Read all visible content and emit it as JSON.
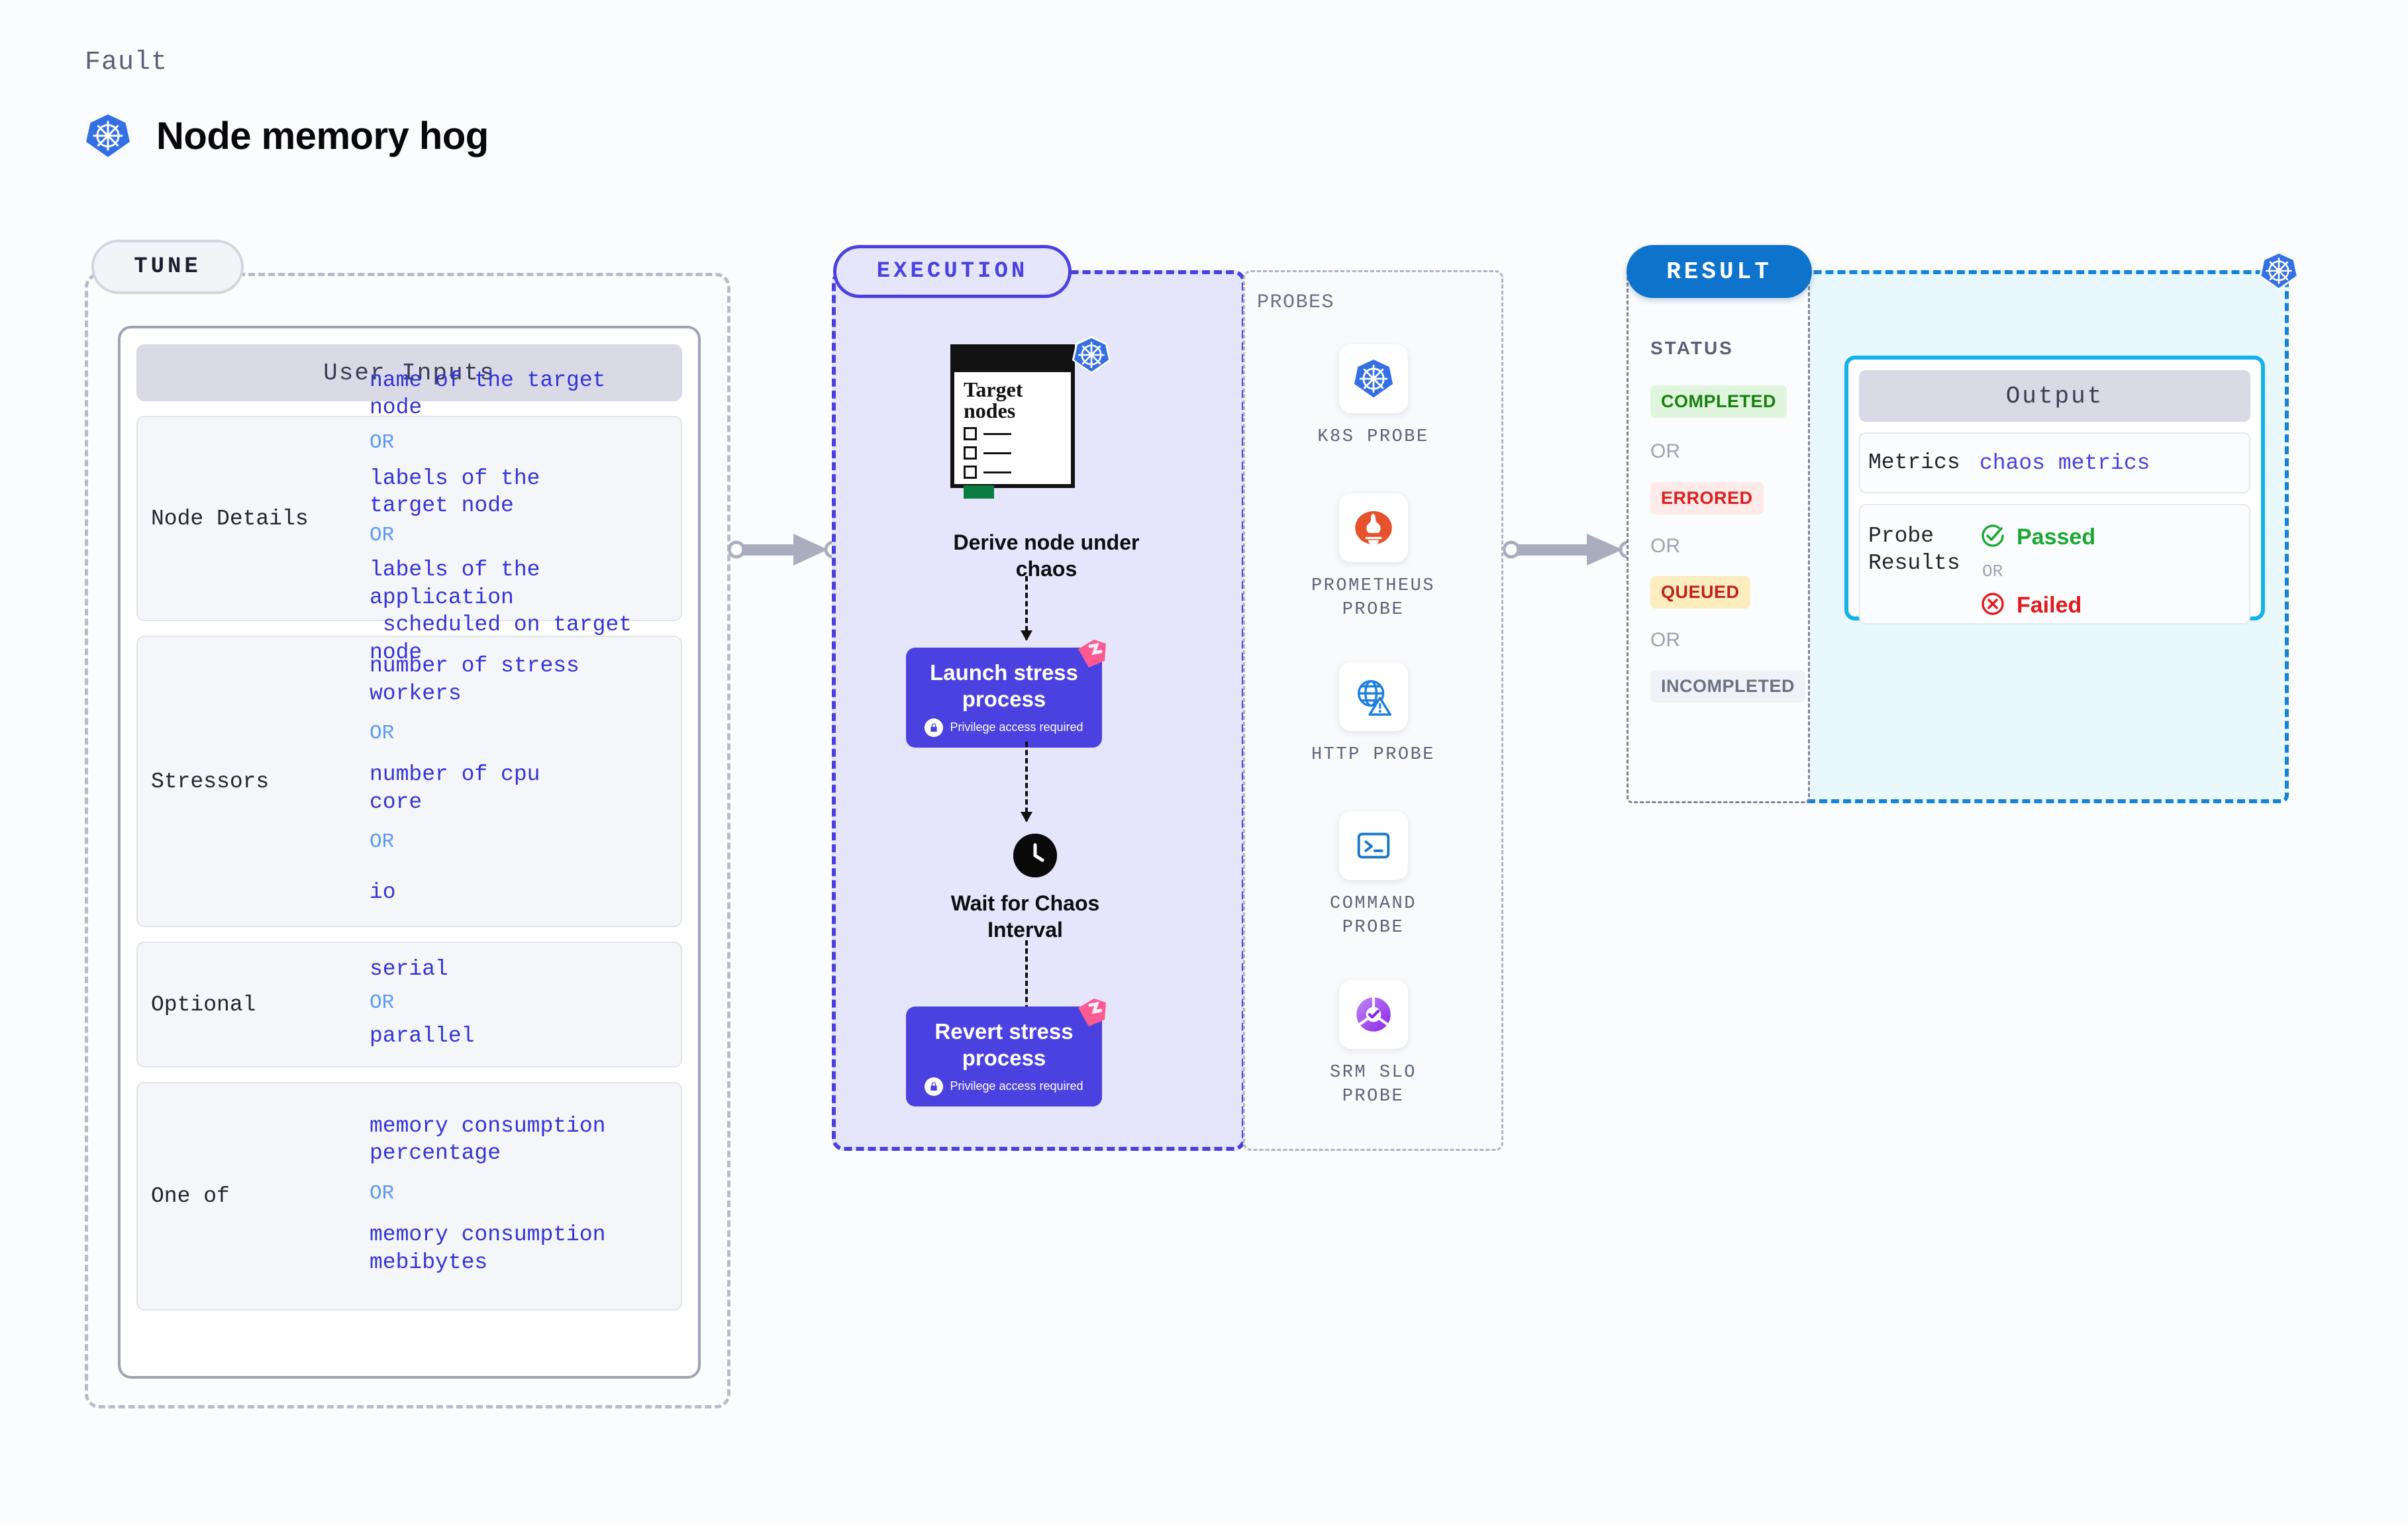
{
  "header": {
    "eyebrow": "Fault",
    "title": "Node memory hog",
    "icon": "kubernetes-icon"
  },
  "tune": {
    "pill_label": "TUNE",
    "card_title": "User Inputs",
    "or_label": "OR",
    "rows": [
      {
        "key": "Node Details",
        "values": [
          "name of the target\nnode",
          "labels of the\ntarget node",
          "labels of the application\n scheduled on target node"
        ]
      },
      {
        "key": "Stressors",
        "values": [
          "number of stress\nworkers",
          "number of cpu\ncore",
          "io"
        ]
      },
      {
        "key": "Optional",
        "values": [
          "serial",
          "parallel"
        ]
      },
      {
        "key": "One of",
        "values": [
          "memory consumption\npercentage",
          "memory consumption\nmebibytes"
        ]
      }
    ]
  },
  "execution": {
    "pill_label": "EXECUTION",
    "doc": {
      "title_line1": "Target",
      "title_line2": "nodes",
      "icon": "kubernetes-icon"
    },
    "steps": [
      {
        "caption": "Derive node under\nchaos"
      },
      {
        "title": "Launch stress\nprocess",
        "sub": "Privilege access required",
        "icon": "lock-icon",
        "badge": "harness-ribbon-icon"
      },
      {
        "caption": "Wait for Chaos\nInterval",
        "icon": "clock-icon"
      },
      {
        "title": "Revert stress\nprocess",
        "sub": "Privilege access required",
        "icon": "lock-icon",
        "badge": "harness-ribbon-icon"
      }
    ]
  },
  "probes": {
    "section_label": "PROBES",
    "items": [
      {
        "label": "K8S PROBE",
        "icon": "kubernetes-icon"
      },
      {
        "label": "PROMETHEUS\nPROBE",
        "icon": "prometheus-icon"
      },
      {
        "label": "HTTP PROBE",
        "icon": "globe-warning-icon"
      },
      {
        "label": "COMMAND\nPROBE",
        "icon": "terminal-icon"
      },
      {
        "label": "SRM SLO\nPROBE",
        "icon": "slo-gauge-icon"
      }
    ]
  },
  "result": {
    "pill_label": "RESULT",
    "status_label": "STATUS",
    "or_label": "OR",
    "badge_icon": "kubernetes-icon",
    "statuses": [
      {
        "label": "COMPLETED",
        "bg": "#dff5dd",
        "fg": "#18800f"
      },
      {
        "label": "ERRORED",
        "bg": "#fdeae9",
        "fg": "#dd1f1f"
      },
      {
        "label": "QUEUED",
        "bg": "#fdedbf",
        "fg": "#c0211b"
      },
      {
        "label": "INCOMPLETED",
        "bg": "#f1f2f7",
        "fg": "#6b7083"
      }
    ],
    "output": {
      "title": "Output",
      "metrics_key": "Metrics",
      "metrics_value": "chaos metrics",
      "probe_key": "Probe\nResults",
      "or_label": "OR",
      "passed": "Passed",
      "failed": "Failed",
      "passed_color": "#1aa832",
      "failed_color": "#e01b1b",
      "passed_icon": "check-circle-icon",
      "failed_icon": "x-circle-icon"
    }
  },
  "connectors": {
    "arrow1": "tune-to-execution-arrow",
    "arrow2": "execution-to-result-arrow"
  }
}
